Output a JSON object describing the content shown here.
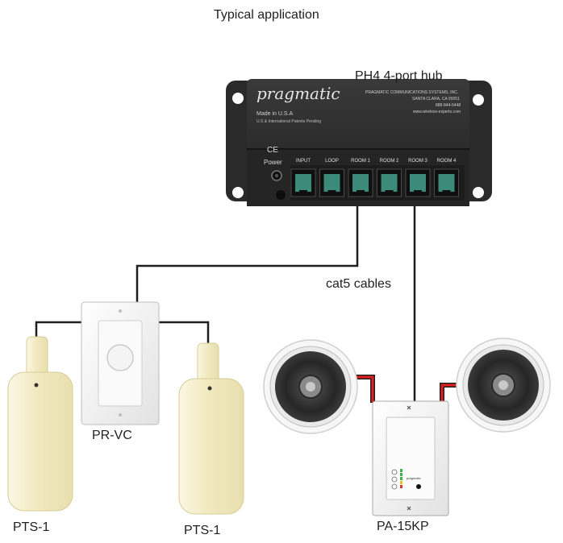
{
  "diagram": {
    "title": "Typical application",
    "hub": {
      "label": "PH4 4-port hub",
      "brand": "pragmatic",
      "made_in": "Made in U.S.A",
      "patents": "U.S & International Patents Pending",
      "company": "PRAGMATIC COMMUNICATIONS SYSTEMS, INC.",
      "address": "SANTA CLARA, CA 95051",
      "phone": "888-844-5448",
      "website": "www.wireless-experts.com",
      "ce_mark": "CE",
      "power_label": "Power",
      "ports": [
        "INPUT",
        "LOOP",
        "ROOM 1",
        "ROOM 2",
        "ROOM 3",
        "ROOM 4"
      ]
    },
    "cable_label": "cat5 cables",
    "volume_control": {
      "label": "PR-VC"
    },
    "speaker_left": {
      "label": "PTS-1"
    },
    "speaker_right": {
      "label": "PTS-1"
    },
    "amplifier": {
      "label": "PA-15KP",
      "brand": "pragmatic"
    },
    "colors": {
      "hub_body": "#2b2b2b",
      "cable": "#222222",
      "speaker_wire_red": "#e02020",
      "tube_speaker": "#f3ecc4",
      "plate": "#f2f2f2",
      "jack": "#3c8a7a"
    }
  }
}
